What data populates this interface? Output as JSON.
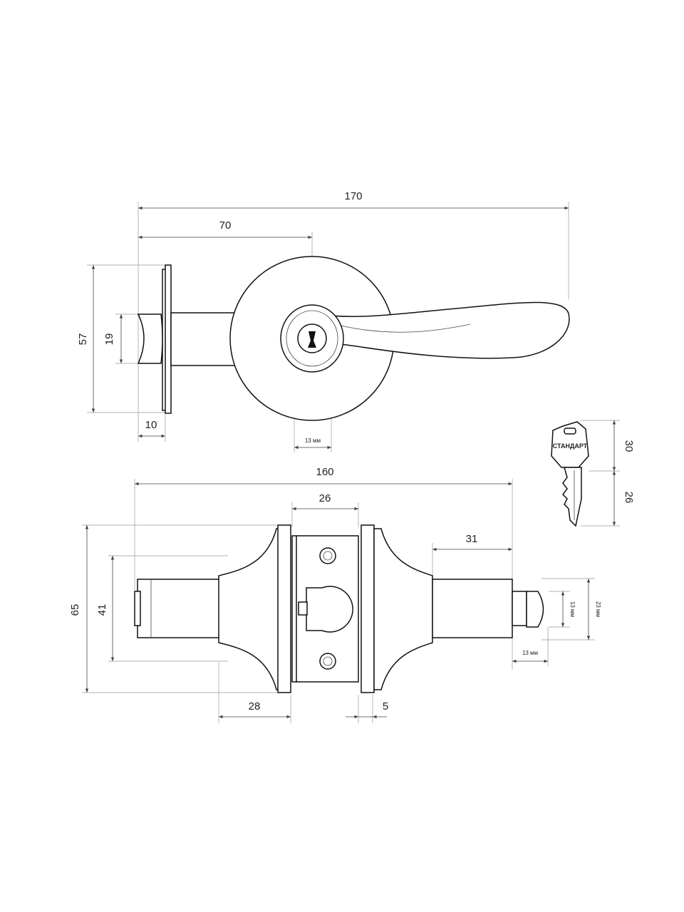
{
  "dimensions": {
    "top_total_length": "170",
    "top_to_center": "70",
    "top_rose_height": "57",
    "top_latch_height": "19",
    "top_backset_tip": "10",
    "top_key_cylinder": "13 мм",
    "bottom_total_length": "160",
    "bottom_latch_plate_width": "26",
    "bottom_stem_length": "31",
    "bottom_rose_height": "65",
    "bottom_neck_height": "41",
    "bottom_rose_depth": "28",
    "bottom_plate_thickness": "5",
    "bottom_turn_width": "13 мм",
    "bottom_turn_height": "13 мм",
    "bottom_spindle_height": "23 мм",
    "key_head_length": "30",
    "key_blade_length": "26"
  },
  "key": {
    "brand_label": "СТАНДАРТ"
  },
  "colors": {
    "line": "#111111",
    "dimension": "#444444",
    "background": "#ffffff"
  }
}
